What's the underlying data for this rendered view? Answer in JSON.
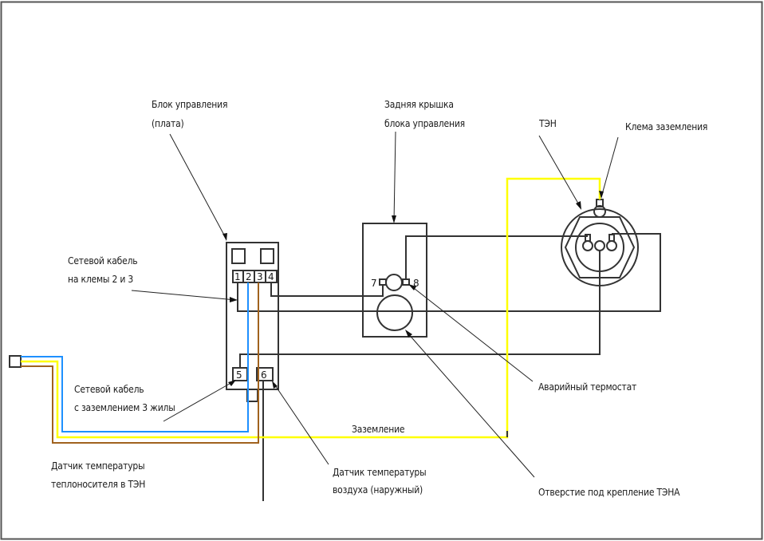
{
  "diagram": {
    "type": "wiring-schematic",
    "colors": {
      "wire_black": "#333333",
      "wire_blue": "#1e90ff",
      "wire_brown": "#a0621e",
      "wire_yellow": "#ffff00",
      "frame": "#555555"
    },
    "labels": {
      "control_unit_line1": "Блок управления",
      "control_unit_line2": "(плата)",
      "back_cover_line1": "Задняя крышка",
      "back_cover_line2": "блока управления",
      "heater": "ТЭН",
      "ground_terminal": "Клема заземления",
      "mains_to_terminals_line1": "Сетевой кабель",
      "mains_to_terminals_line2": "на клемы 2 и 3",
      "mains_cable_line1": "Сетевой кабель",
      "mains_cable_line2": "с заземлением 3 жилы",
      "grounding": "Заземление",
      "emergency_thermostat": "Аварийный термостат",
      "heater_mount_hole": "Отверстие под крепление ТЭНА",
      "coolant_sensor_line1": "Датчик температуры",
      "coolant_sensor_line2": "теплоносителя в ТЭН",
      "air_sensor_line1": "Датчик температуры",
      "air_sensor_line2": "воздуха (наружный)"
    },
    "terminals": {
      "t1": "1",
      "t2": "2",
      "t3": "3",
      "t4": "4",
      "t5": "5",
      "t6": "6",
      "t7": "7",
      "t8": "8"
    }
  }
}
